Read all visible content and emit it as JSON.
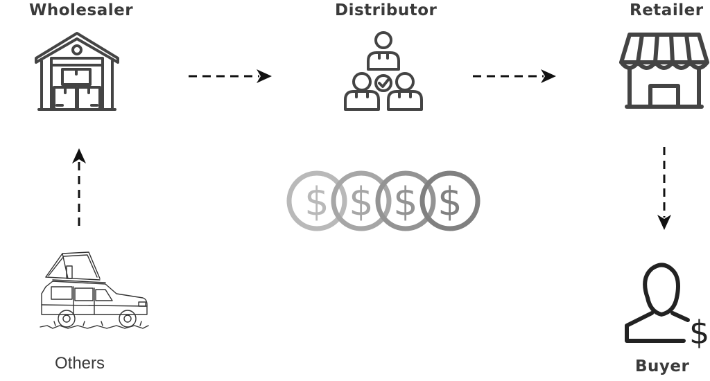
{
  "nodes": {
    "wholesaler": {
      "label": "Wholesaler"
    },
    "distributor": {
      "label": "Distributor"
    },
    "retailer": {
      "label": "Retailer"
    },
    "others": {
      "label": "Others"
    },
    "buyer": {
      "label": "Buyer"
    }
  },
  "icons": {
    "wholesaler": "warehouse-icon",
    "distributor": "team-check-icon",
    "retailer": "storefront-icon",
    "others": "suv-rooftop-tent-icon",
    "buyer": "buyer-dollar-icon",
    "money": "dollar-coin-icon"
  },
  "colors": {
    "icon": "#444444",
    "text": "#3a3a3a",
    "coins": [
      "#b9b9b9",
      "#a6a6a6",
      "#939393",
      "#808080"
    ]
  },
  "coins": {
    "symbol": "$",
    "count": 4
  }
}
